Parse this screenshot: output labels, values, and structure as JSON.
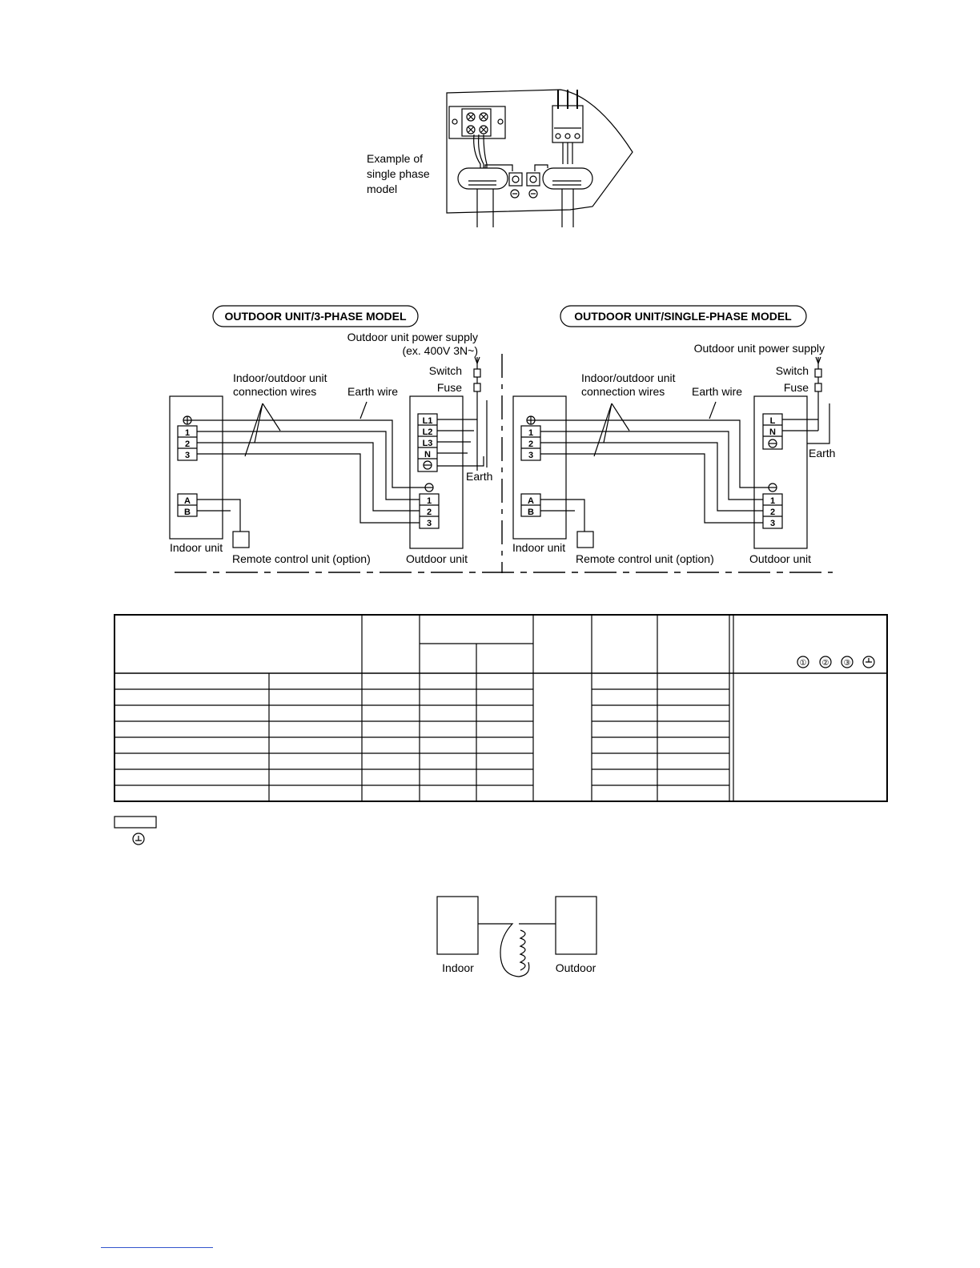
{
  "top_figure": {
    "caption_lines": [
      "Example of",
      "single phase",
      "model"
    ]
  },
  "wiring": {
    "left": {
      "title": "OUTDOOR UNIT/3-PHASE MODEL",
      "power_supply": "Outdoor unit power supply",
      "power_supply_note": "(ex. 400V 3N~)",
      "switch": "Switch",
      "fuse": "Fuse",
      "conn_wires_1": "Indoor/outdoor unit",
      "conn_wires_2": "connection wires",
      "earth_wire": "Earth wire",
      "earth": "Earth",
      "indoor_unit": "Indoor unit",
      "remote": "Remote control unit (option)",
      "outdoor_unit": "Outdoor unit",
      "indoor_terminals": [
        "1",
        "2",
        "3"
      ],
      "remote_terminals": [
        "A",
        "B"
      ],
      "supply_terminals": [
        "L1",
        "L2",
        "L3",
        "N"
      ],
      "outdoor_terminals": [
        "1",
        "2",
        "3"
      ]
    },
    "right": {
      "title": "OUTDOOR UNIT/SINGLE-PHASE MODEL",
      "power_supply": "Outdoor unit power supply",
      "switch": "Switch",
      "fuse": "Fuse",
      "conn_wires_1": "Indoor/outdoor unit",
      "conn_wires_2": "connection wires",
      "earth_wire": "Earth wire",
      "earth": "Earth",
      "indoor_unit": "Indoor unit",
      "remote": "Remote control unit (option)",
      "outdoor_unit": "Outdoor unit",
      "indoor_terminals": [
        "1",
        "2",
        "3"
      ],
      "remote_terminals": [
        "A",
        "B"
      ],
      "supply_terminals": [
        "L",
        "N"
      ],
      "outdoor_terminals": [
        "1",
        "2",
        "3"
      ]
    }
  },
  "table": {
    "header_terminals": [
      "①",
      "②",
      "③",
      "⏚"
    ]
  },
  "bottom_figure": {
    "indoor": "Indoor",
    "outdoor": "Outdoor"
  }
}
